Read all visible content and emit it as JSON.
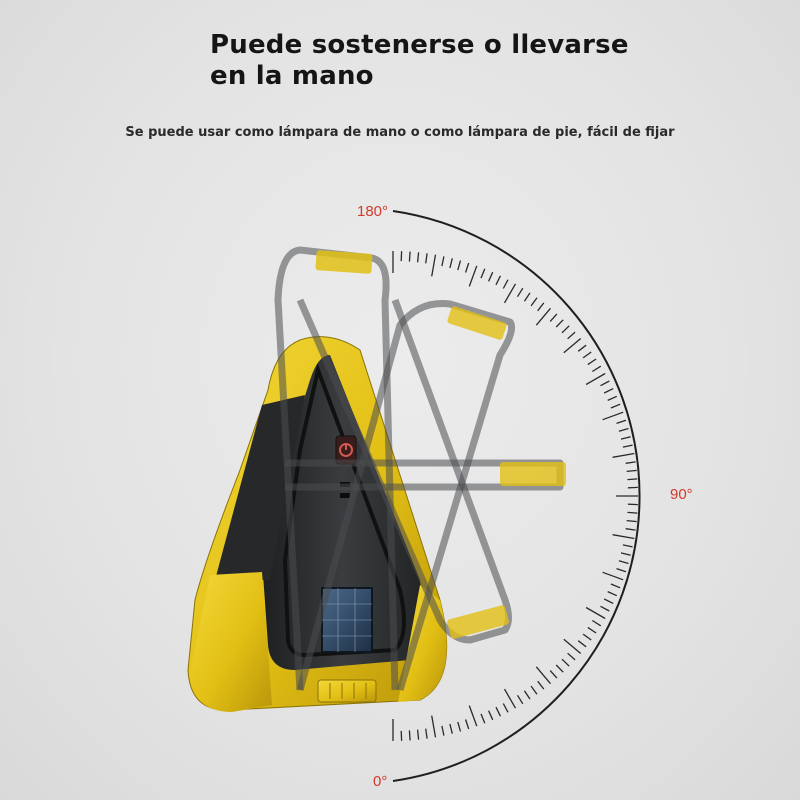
{
  "headline": {
    "line1": "Puede sostenerse o llevarse",
    "line2": "en la mano"
  },
  "subtitle": "Se puede usar como lámpara de mano o como lámpara de pie, fácil de fijar",
  "angle_labels": {
    "top": "180°",
    "middle": "90°",
    "bottom": "0°"
  },
  "colors": {
    "background": "#e3e3e3",
    "headline_text": "#151515",
    "angle_label": "#d23a2a",
    "lamp_yellow": "#e6c51a",
    "lamp_body": "#2b2d2e",
    "handle_ghost": "#4a4d50",
    "power_button": "#d05a52"
  },
  "icons": {
    "protractor": "protractor-arc-icon",
    "lamp": "work-lamp-illustration",
    "solar_panel": "solar-panel-icon",
    "power_button": "power-button-icon"
  }
}
